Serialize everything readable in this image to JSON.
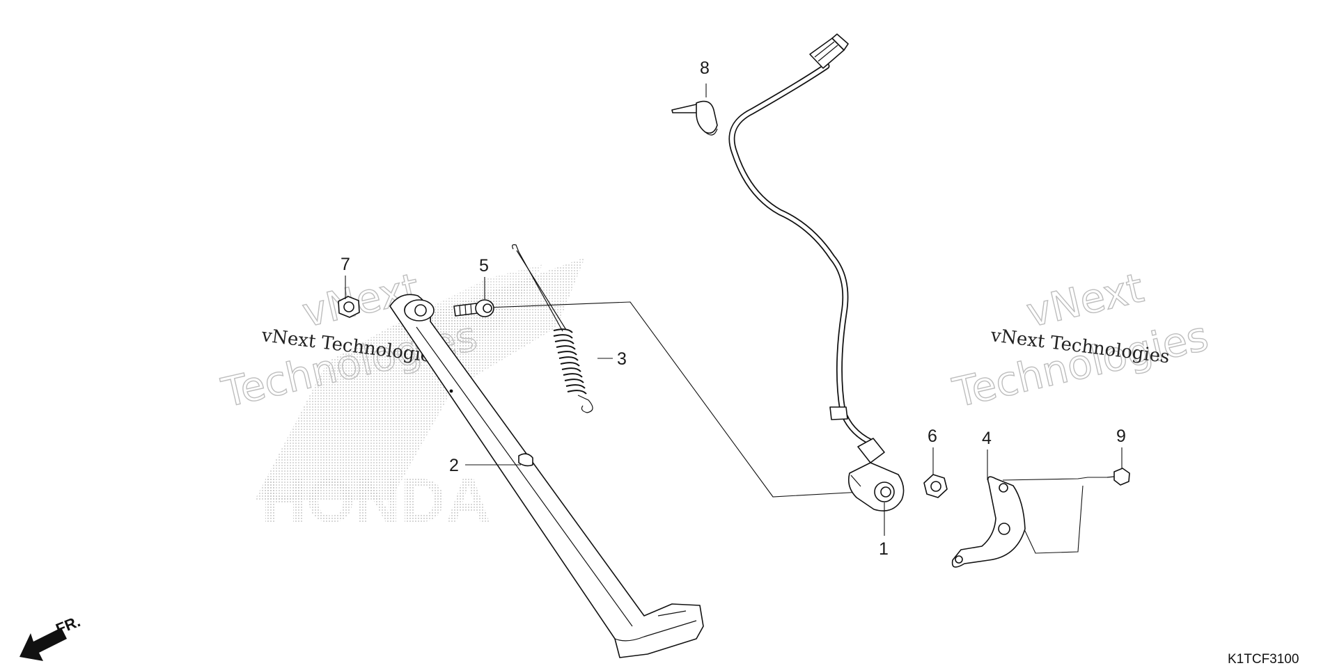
{
  "diagram": {
    "code": "K1TCF3100",
    "front_marker": "FR.",
    "watermark": {
      "line1": "vNext Technologies",
      "line2a": "vNext",
      "line2b": "Technologies"
    },
    "background_logo_text": "HONDA",
    "callouts": [
      {
        "id": "1",
        "part": "side-stand-switch"
      },
      {
        "id": "2",
        "part": "side-stand-bar"
      },
      {
        "id": "3",
        "part": "side-stand-spring"
      },
      {
        "id": "4",
        "part": "switch-bracket"
      },
      {
        "id": "5",
        "part": "pivot-bolt"
      },
      {
        "id": "6",
        "part": "nut"
      },
      {
        "id": "7",
        "part": "lock-nut"
      },
      {
        "id": "8",
        "part": "cable-clip"
      },
      {
        "id": "9",
        "part": "bolt"
      }
    ]
  }
}
